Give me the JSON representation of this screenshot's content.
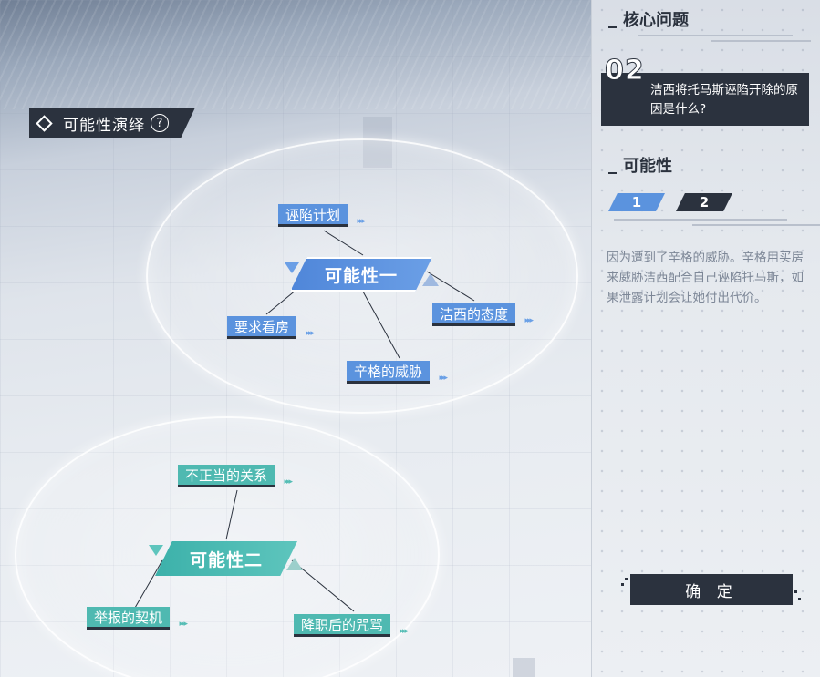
{
  "left_panel": {
    "header": {
      "title": "可能性演绎",
      "help_icon": "?"
    },
    "cluster_one": {
      "label": "可能性一",
      "color": "#5b93de",
      "nodes": [
        "诬陷计划",
        "洁西的态度",
        "要求看房",
        "辛格的威胁"
      ]
    },
    "cluster_two": {
      "label": "可能性二",
      "color": "#4fb9b1",
      "nodes": [
        "不正当的关系",
        "举报的契机",
        "降职后的咒骂"
      ]
    }
  },
  "right_panel": {
    "core_question": {
      "section_title": "核心问题",
      "number": "02",
      "text": "洁西将托马斯诬陷开除的原因是什么?"
    },
    "possibility": {
      "section_title": "可能性",
      "tabs": [
        "1",
        "2"
      ],
      "active_tab": "1",
      "description": "因为遭到了辛格的威胁。辛格用买房来威胁洁西配合自己诬陷托马斯，如果泄露计划会让她付出代价。"
    },
    "confirm_button": "确 定"
  },
  "colors": {
    "dark": "#2b323e",
    "blue": "#5b93de",
    "teal": "#4fb9b1"
  }
}
